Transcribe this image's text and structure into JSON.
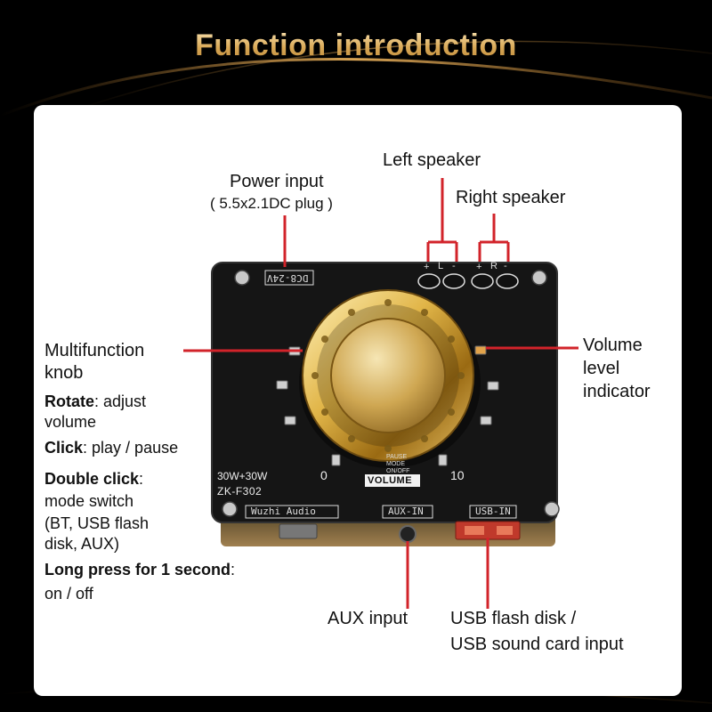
{
  "title": "Function introduction",
  "labels": {
    "power_input": "Power input",
    "power_plug": "( 5.5x2.1DC plug )",
    "left_speaker": "Left speaker",
    "right_speaker": "Right speaker",
    "multifunction_knob_1": "Multifunction",
    "multifunction_knob_2": "knob",
    "volume_indicator_1": "Volume",
    "volume_indicator_2": "level",
    "volume_indicator_3": "indicator",
    "aux_input": "AUX input",
    "usb_input_1": "USB flash disk /",
    "usb_input_2": "USB sound card input"
  },
  "functions": {
    "rotate_key": "Rotate",
    "rotate_val": ": adjust",
    "rotate_val2": "volume",
    "click_key": "Click",
    "click_val": ": play / pause",
    "double_key": "Double click",
    "double_colon": ":",
    "double_val1": "mode switch",
    "double_val2": "(BT, USB flash",
    "double_val3": "disk, AUX)",
    "long_key": "Long press for 1 second",
    "long_colon": ":",
    "long_val": "on / off"
  },
  "board": {
    "dc_label": "DC8-24V",
    "power_rating": "30W+30W",
    "model": "ZK-F302",
    "brand": "Wuzhi Audio",
    "aux_port": "AUX-IN",
    "usb_port": "USB-IN",
    "vol_min": "0",
    "vol_max": "10",
    "volume": "VOLUME",
    "mode_pause": "PAUSE",
    "mode_mode": "MODE",
    "mode_onoff": "ON/OFF",
    "left_plus": "+",
    "left_l": "L",
    "left_minus": "-",
    "right_plus": "+",
    "right_r": "R",
    "right_minus": "-"
  },
  "colors": {
    "gold": "#d9a856",
    "callout_red": "#d2232a",
    "board": "#151515"
  }
}
